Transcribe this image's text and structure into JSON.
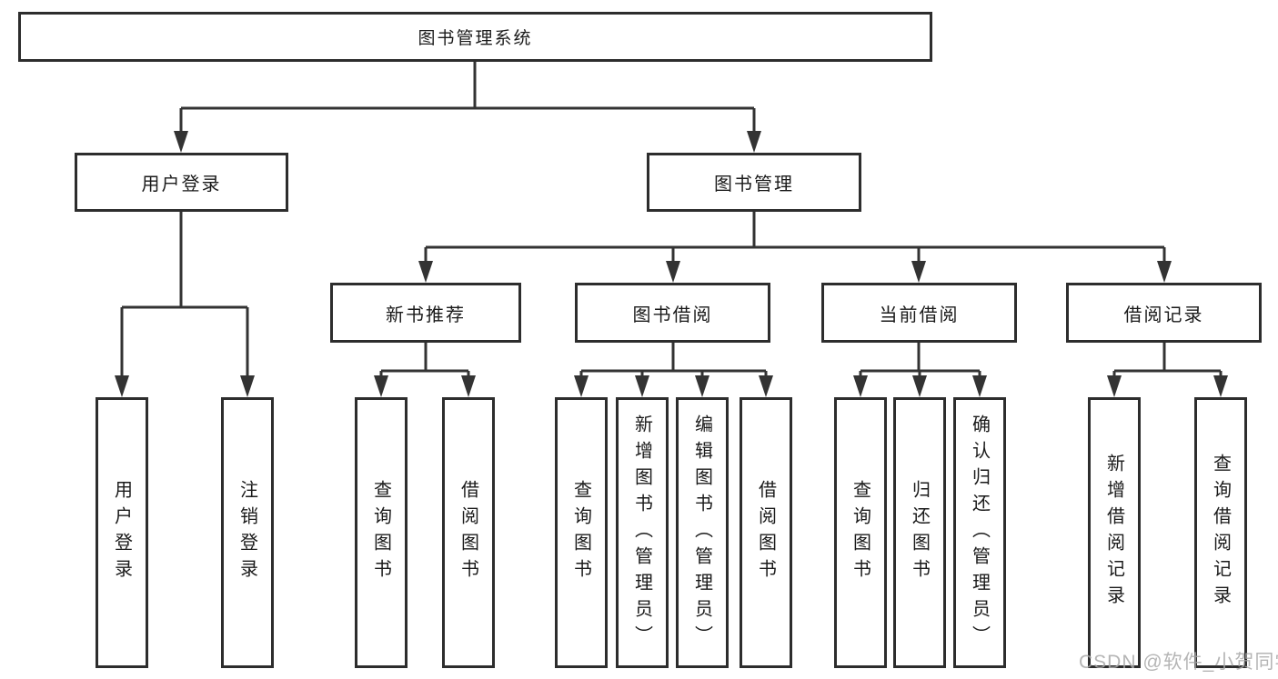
{
  "tree": {
    "root": {
      "label": "图书管理系统"
    },
    "user_login": {
      "label": "用户登录",
      "children": [
        "用户登录",
        "注销登录"
      ]
    },
    "book_mgmt": {
      "label": "图书管理"
    },
    "new_books": {
      "label": "新书推荐",
      "children": [
        "查询图书",
        "借阅图书"
      ]
    },
    "book_borrow": {
      "label": "图书借阅",
      "children": [
        "查询图书",
        "新增图书（管理员）",
        "编辑图书（管理员）",
        "借阅图书"
      ]
    },
    "current_borrow": {
      "label": "当前借阅",
      "children": [
        "查询图书",
        "归还图书",
        "确认归还（管理员）"
      ]
    },
    "borrow_records": {
      "label": "借阅记录",
      "children": [
        "新增借阅记录",
        "查询借阅记录"
      ]
    }
  },
  "watermark": {
    "text": "CSDN @软件_小贺同学"
  },
  "colors": {
    "line": "#333333",
    "box_border": "#2d2d2d",
    "box_fill": "#ffffff",
    "text": "#1a1a1a",
    "watermark": "#a8a8a8",
    "background": "#ffffff"
  }
}
